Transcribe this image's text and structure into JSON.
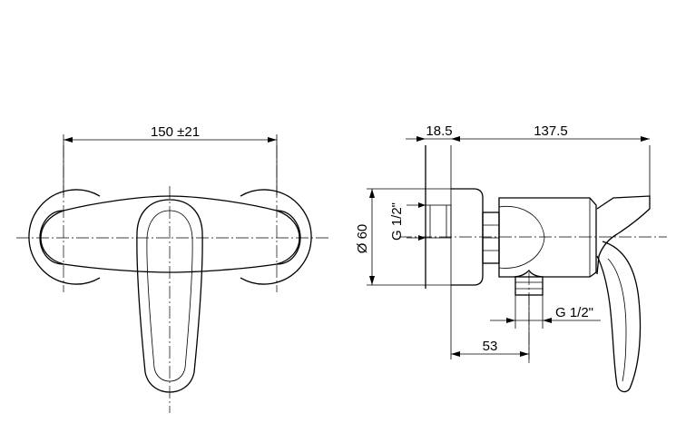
{
  "dimensions": {
    "width_front": "150 ±21",
    "body_depth": "18.5",
    "projection": "137.5",
    "diameter": "Ø 60",
    "inlet_thread": "G 1/2\"",
    "outlet_thread": "G 1/2\"",
    "outlet_offset": "53"
  }
}
